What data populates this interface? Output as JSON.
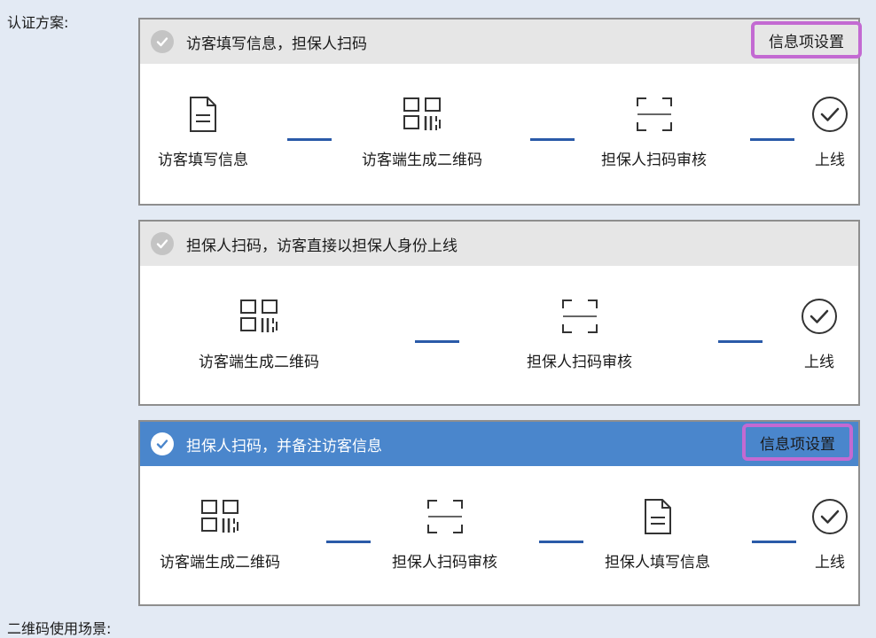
{
  "form_label": "认证方案:",
  "bottom_label": "二维码使用场景:",
  "plans": [
    {
      "title": "访客填写信息，担保人扫码",
      "selected": false,
      "settings_label": "信息项设置",
      "steps": [
        {
          "label": "访客填写信息",
          "icon": "document-icon"
        },
        {
          "label": "访客端生成二维码",
          "icon": "qr-code-icon"
        },
        {
          "label": "担保人扫码审核",
          "icon": "scan-frame-icon"
        },
        {
          "label": "上线",
          "icon": "check-circle-icon"
        }
      ]
    },
    {
      "title": "担保人扫码，访客直接以担保人身份上线",
      "selected": false,
      "settings_label": null,
      "steps": [
        {
          "label": "访客端生成二维码",
          "icon": "qr-code-icon"
        },
        {
          "label": "担保人扫码审核",
          "icon": "scan-frame-icon"
        },
        {
          "label": "上线",
          "icon": "check-circle-icon"
        }
      ]
    },
    {
      "title": "担保人扫码，并备注访客信息",
      "selected": true,
      "settings_label": "信息项设置",
      "steps": [
        {
          "label": "访客端生成二维码",
          "icon": "qr-code-icon"
        },
        {
          "label": "担保人扫码审核",
          "icon": "scan-frame-icon"
        },
        {
          "label": "担保人填写信息",
          "icon": "document-icon"
        },
        {
          "label": "上线",
          "icon": "check-circle-icon"
        }
      ]
    }
  ],
  "colors": {
    "background": "#e3eaf4",
    "selected_header": "#4a86cc",
    "unselected_header": "#e6e6e6",
    "connector": "#2a5aa8",
    "highlight_border": "#c36ad2"
  }
}
